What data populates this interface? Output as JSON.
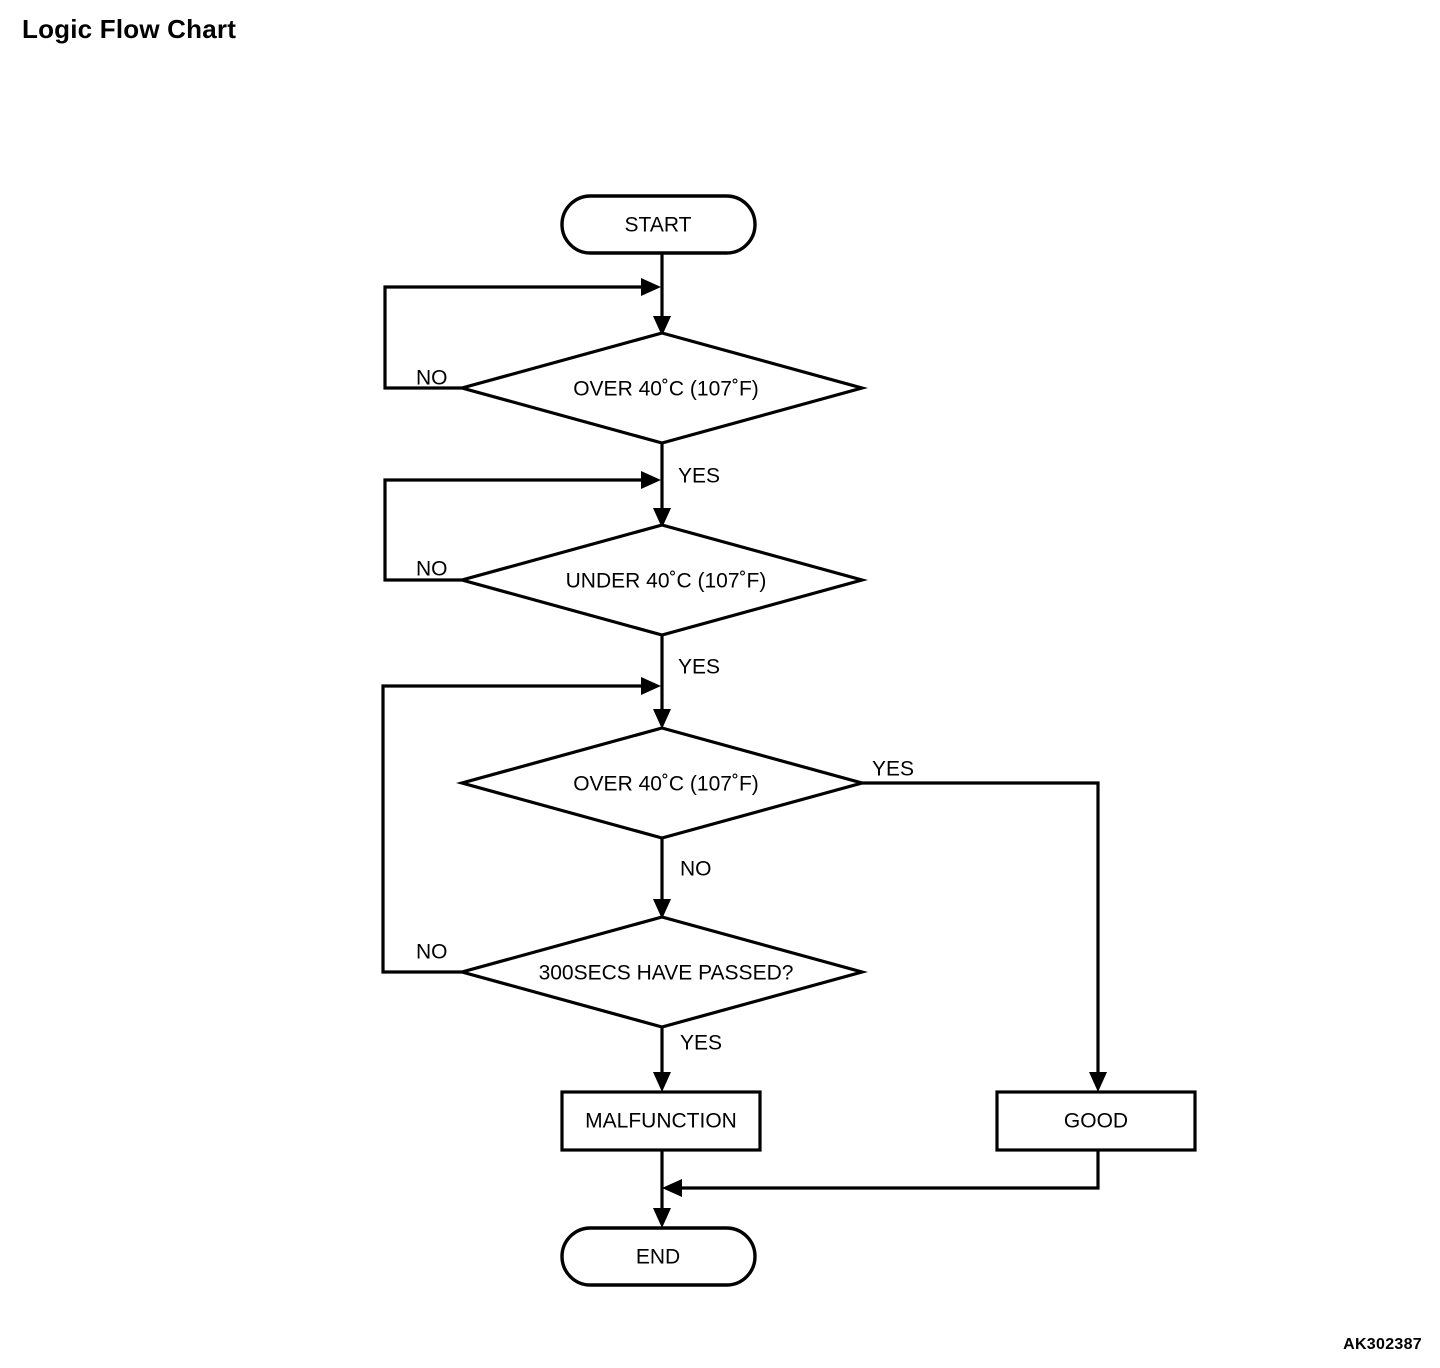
{
  "page": {
    "title": "Logic Flow Chart",
    "figure_code": "AK302387",
    "background_color": "#ffffff",
    "line_color": "#000000",
    "text_color": "#000000"
  },
  "chart_data": {
    "type": "diagram",
    "diagram_kind": "flowchart",
    "title": "Logic Flow Chart",
    "nodes": [
      {
        "id": "start",
        "shape": "terminator",
        "label": "START"
      },
      {
        "id": "decision1",
        "shape": "decision",
        "label": "OVER 40˚C (107˚F)"
      },
      {
        "id": "decision2",
        "shape": "decision",
        "label": "UNDER 40˚C (107˚F)"
      },
      {
        "id": "decision3",
        "shape": "decision",
        "label": "OVER 40˚C (107˚F)"
      },
      {
        "id": "decision4",
        "shape": "decision",
        "label": "300SECS HAVE PASSED?"
      },
      {
        "id": "malfunction",
        "shape": "process",
        "label": "MALFUNCTION"
      },
      {
        "id": "good",
        "shape": "process",
        "label": "GOOD"
      },
      {
        "id": "end",
        "shape": "terminator",
        "label": "END"
      }
    ],
    "edges": [
      {
        "from": "start",
        "to": "decision1",
        "label": ""
      },
      {
        "from": "decision1",
        "to": "decision1",
        "label": "NO",
        "note": "loops back above decision1"
      },
      {
        "from": "decision1",
        "to": "decision2",
        "label": "YES"
      },
      {
        "from": "decision2",
        "to": "decision2",
        "label": "NO",
        "note": "loops back above decision2"
      },
      {
        "from": "decision2",
        "to": "decision3",
        "label": "YES"
      },
      {
        "from": "decision3",
        "to": "good",
        "label": "YES"
      },
      {
        "from": "decision3",
        "to": "decision4",
        "label": "NO"
      },
      {
        "from": "decision4",
        "to": "decision3",
        "label": "NO",
        "note": "loops back above decision3"
      },
      {
        "from": "decision4",
        "to": "malfunction",
        "label": "YES"
      },
      {
        "from": "malfunction",
        "to": "end",
        "label": ""
      },
      {
        "from": "good",
        "to": "end",
        "label": ""
      }
    ],
    "edge_labels": [
      "NO",
      "YES",
      "NO",
      "YES",
      "YES",
      "NO",
      "NO",
      "YES"
    ]
  },
  "flow": {
    "start": {
      "label": "START"
    },
    "decision1": {
      "label": "OVER 40˚C (107˚F)"
    },
    "decision2": {
      "label": "UNDER 40˚C (107˚F)"
    },
    "decision3": {
      "label": "OVER 40˚C (107˚F)"
    },
    "decision4": {
      "label": "300SECS HAVE PASSED?"
    },
    "malfunction": {
      "label": "MALFUNCTION"
    },
    "good": {
      "label": "GOOD"
    },
    "end": {
      "label": "END"
    },
    "labels": {
      "d1_no": "NO",
      "d1_yes": "YES",
      "d2_no": "NO",
      "d2_yes": "YES",
      "d3_yes": "YES",
      "d3_no": "NO",
      "d4_no": "NO",
      "d4_yes": "YES"
    }
  }
}
